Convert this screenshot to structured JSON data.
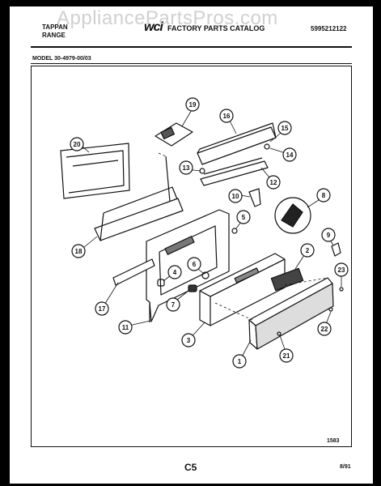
{
  "watermark": "AppliancePartsPros.com",
  "header": {
    "brand_line1": "TAPPAN",
    "brand_line2": "RANGE",
    "logo": "wci",
    "catalog_title": "FACTORY PARTS CATALOG",
    "catalog_number": "5995212122"
  },
  "model": "MODEL 30-4979-00/03",
  "callouts": [
    "1",
    "2",
    "3",
    "4",
    "5",
    "6",
    "7",
    "8",
    "9",
    "10",
    "11",
    "12",
    "13",
    "14",
    "15",
    "16",
    "17",
    "18",
    "19",
    "20",
    "21",
    "22",
    "23"
  ],
  "footer": {
    "diagram_number": "1583",
    "page_code": "C5",
    "date": "8/91"
  }
}
